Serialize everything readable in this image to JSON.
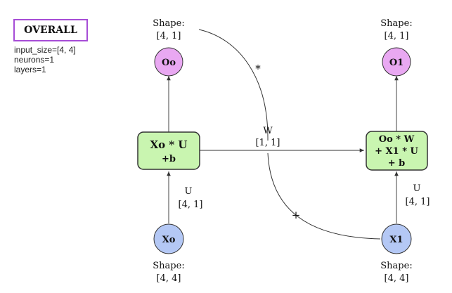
{
  "overall": {
    "title": "OVERALL",
    "params": [
      "input_size=[4, 4]",
      "neurons=1",
      "layers=1"
    ]
  },
  "nodes": {
    "o0": {
      "label": "Oo",
      "shape_title": "Shape:",
      "shape_value": "[4, 1]"
    },
    "o1": {
      "label": "O1",
      "shape_title": "Shape:",
      "shape_value": "[4, 1]"
    },
    "x0": {
      "label": "Xo",
      "shape_title": "Shape:",
      "shape_value": "[4, 4]"
    },
    "x1": {
      "label": "X1",
      "shape_title": "Shape:",
      "shape_value": "[4, 4]"
    },
    "h0": {
      "lines": [
        "Xo * U",
        "+b"
      ]
    },
    "h1": {
      "lines": [
        "Oo * W",
        "+ X1 * U",
        "+ b"
      ]
    }
  },
  "edges": {
    "w_label": "W",
    "w_shape": "[1, 1]",
    "u0_label": "U",
    "u0_shape": "[4, 1]",
    "u1_label": "U",
    "u1_shape": "[4, 1]",
    "mult_symbol": "*",
    "plus_symbol": "+"
  },
  "colors": {
    "output_fill": "#e9a8f2",
    "input_fill": "#b4c8f5",
    "hidden_fill": "#c9f5b0",
    "overall_border": "#a64dd6"
  }
}
